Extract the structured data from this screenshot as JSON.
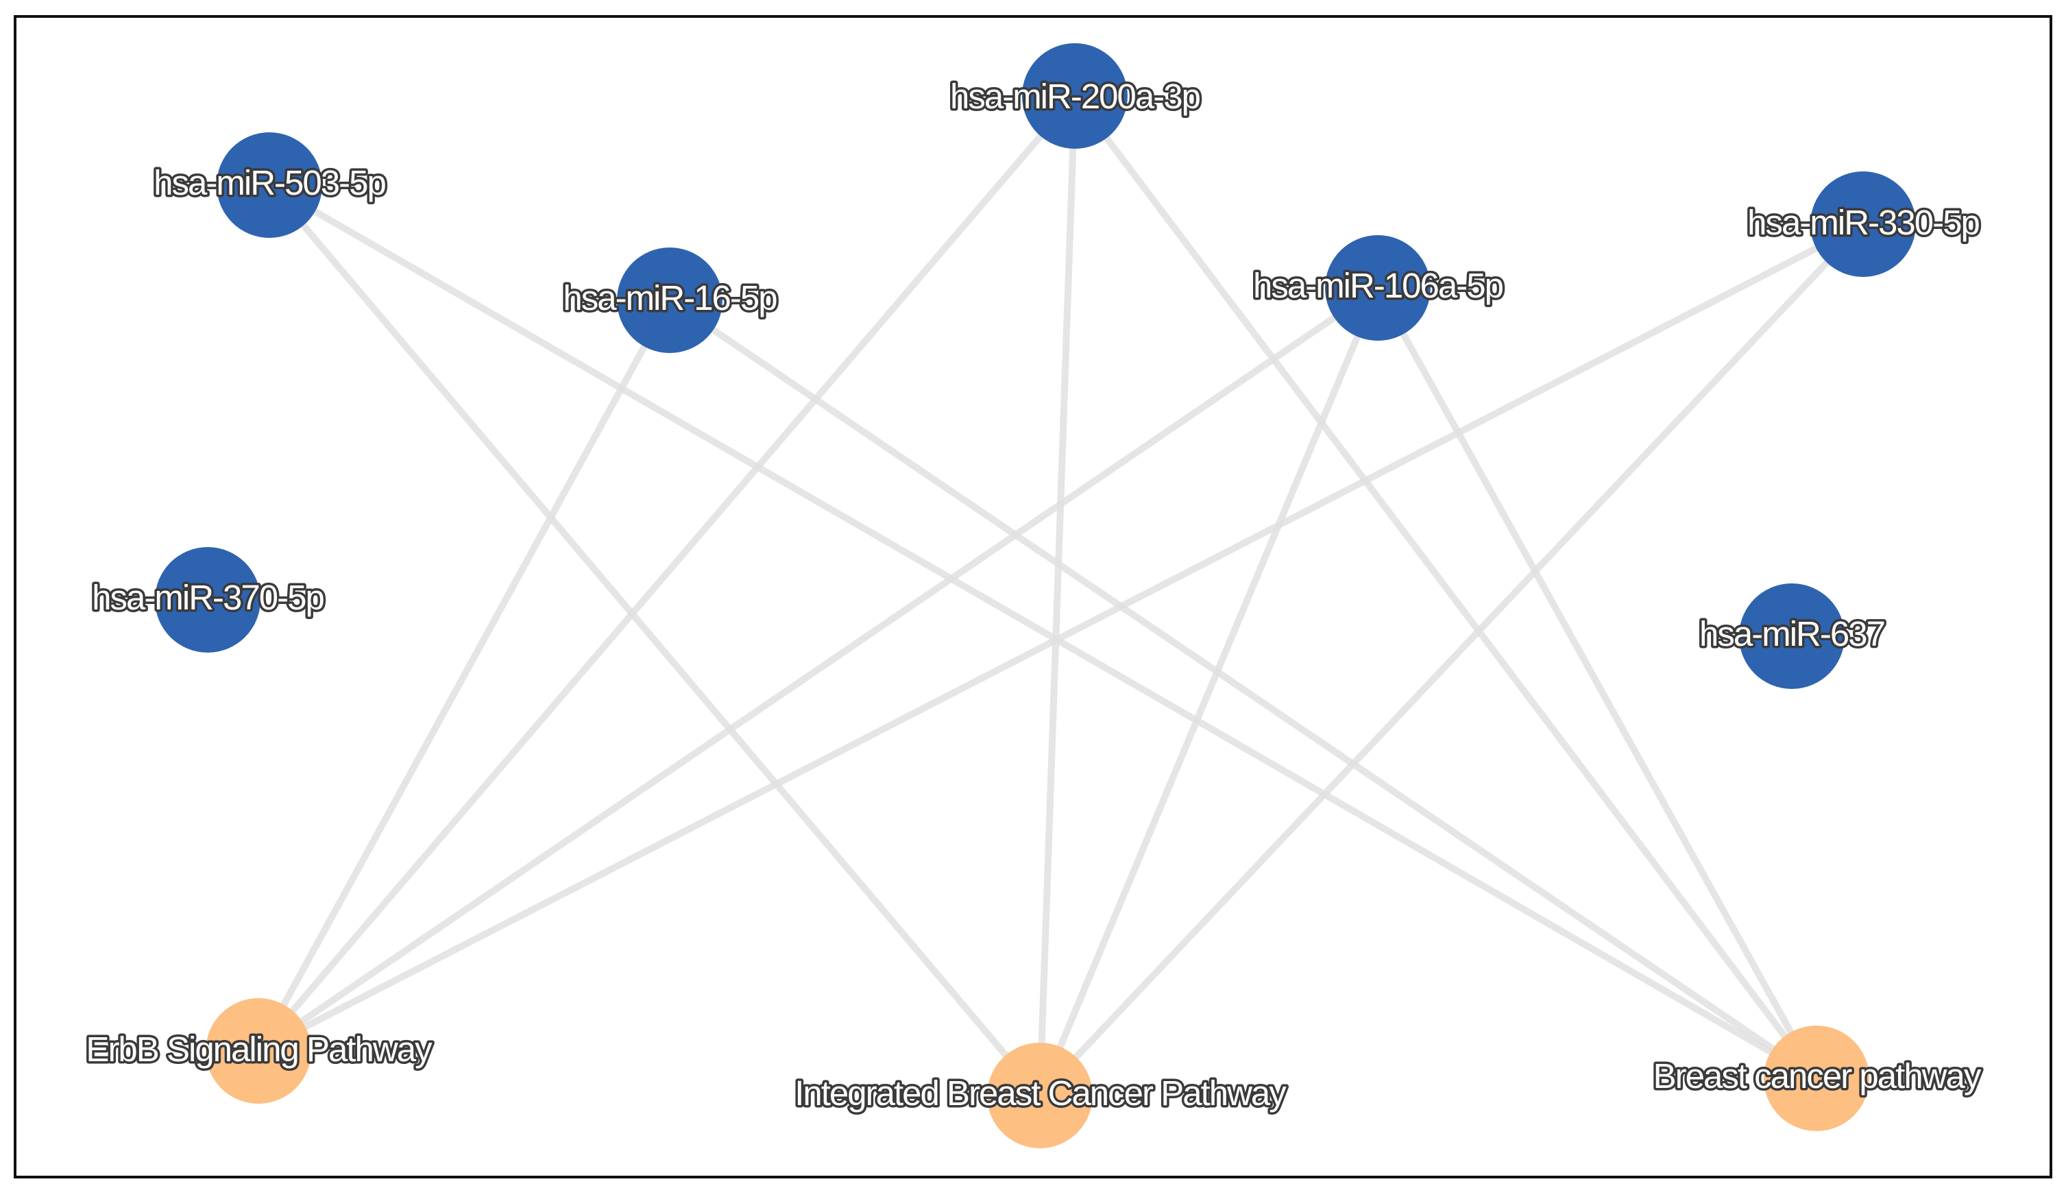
{
  "network": {
    "colors": {
      "mirna": "#2e63b0",
      "pathway": "#fdbf82",
      "edge": "#e0e0e0",
      "frame": "#111111",
      "label_fill": "#ffffff",
      "label_outline": "#3a3a3a"
    },
    "nodes": [
      {
        "id": "mir200a",
        "label": "hsa-miR-200a-3p",
        "type": "mirna"
      },
      {
        "id": "mir503",
        "label": "hsa-miR-503-5p",
        "type": "mirna"
      },
      {
        "id": "mir16",
        "label": "hsa-miR-16-5p",
        "type": "mirna"
      },
      {
        "id": "mir106a",
        "label": "hsa-miR-106a-5p",
        "type": "mirna"
      },
      {
        "id": "mir330",
        "label": "hsa-miR-330-5p",
        "type": "mirna"
      },
      {
        "id": "mir370",
        "label": "hsa-miR-370-5p",
        "type": "mirna"
      },
      {
        "id": "mir637",
        "label": "hsa-miR-637",
        "type": "mirna"
      },
      {
        "id": "erbb",
        "label": "ErbB Signaling Pathway",
        "type": "pathway"
      },
      {
        "id": "ibc",
        "label": "Integrated Breast Cancer Pathway",
        "type": "pathway"
      },
      {
        "id": "bcp",
        "label": "Breast cancer pathway",
        "type": "pathway"
      }
    ],
    "edges": [
      {
        "source": "mir503",
        "target": "ibc"
      },
      {
        "source": "mir503",
        "target": "bcp"
      },
      {
        "source": "mir16",
        "target": "erbb"
      },
      {
        "source": "mir16",
        "target": "bcp"
      },
      {
        "source": "mir200a",
        "target": "erbb"
      },
      {
        "source": "mir200a",
        "target": "ibc"
      },
      {
        "source": "mir200a",
        "target": "bcp"
      },
      {
        "source": "mir106a",
        "target": "erbb"
      },
      {
        "source": "mir106a",
        "target": "ibc"
      },
      {
        "source": "mir106a",
        "target": "bcp"
      },
      {
        "source": "mir330",
        "target": "erbb"
      },
      {
        "source": "mir330",
        "target": "ibc"
      }
    ]
  }
}
